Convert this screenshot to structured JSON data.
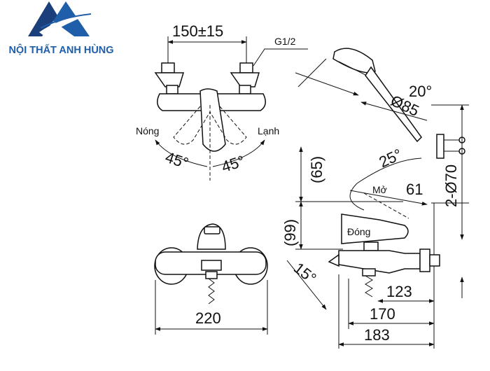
{
  "brand": {
    "name": "NỘI THẤT ANH HÙNG",
    "colors": {
      "primary": "#1f5ea8",
      "dark": "#1a3f7a"
    }
  },
  "top_view": {
    "spacing_dim": "150±15",
    "thread_label": "G1/2",
    "hot_label": "Nóng",
    "cold_label": "Lạnh",
    "hot_angle": "45°",
    "cold_angle": "45°"
  },
  "front_view": {
    "width_dim": "220"
  },
  "side_view": {
    "head_angle": "20°",
    "head_diameter": "Ø85",
    "bracket_angle": "25°",
    "bracket_height": "61",
    "flange_dim": "2-Ø70",
    "handle_height": "(65)",
    "body_height": "(99)",
    "open_label": "Mở",
    "close_label": "Đóng",
    "spout_angle": "15°",
    "spout_dim_1": "123",
    "spout_dim_2": "170",
    "spout_dim_3": "183"
  }
}
